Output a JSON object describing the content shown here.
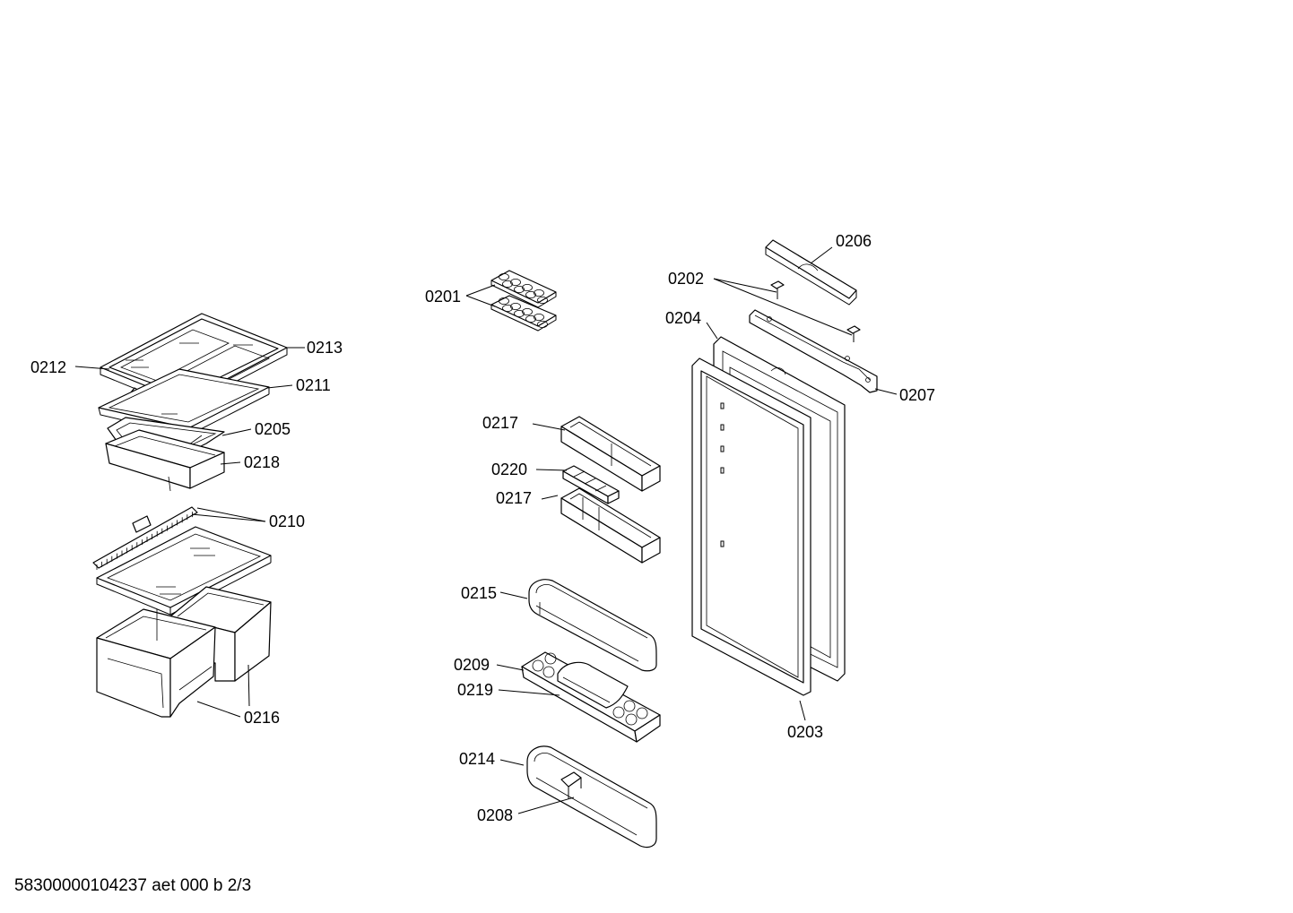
{
  "footer": "58300000104237 aet 000 b 2/3",
  "callouts": {
    "p0201": "0201",
    "p0202": "0202",
    "p0203": "0203",
    "p0204": "0204",
    "p0205": "0205",
    "p0206": "0206",
    "p0207": "0207",
    "p0208": "0208",
    "p0209": "0209",
    "p0210": "0210",
    "p0211": "0211",
    "p0212": "0212",
    "p0213": "0213",
    "p0214": "0214",
    "p0215": "0215",
    "p0216": "0216",
    "p0217a": "0217",
    "p0217b": "0217",
    "p0218": "0218",
    "p0219": "0219",
    "p0220": "0220"
  }
}
